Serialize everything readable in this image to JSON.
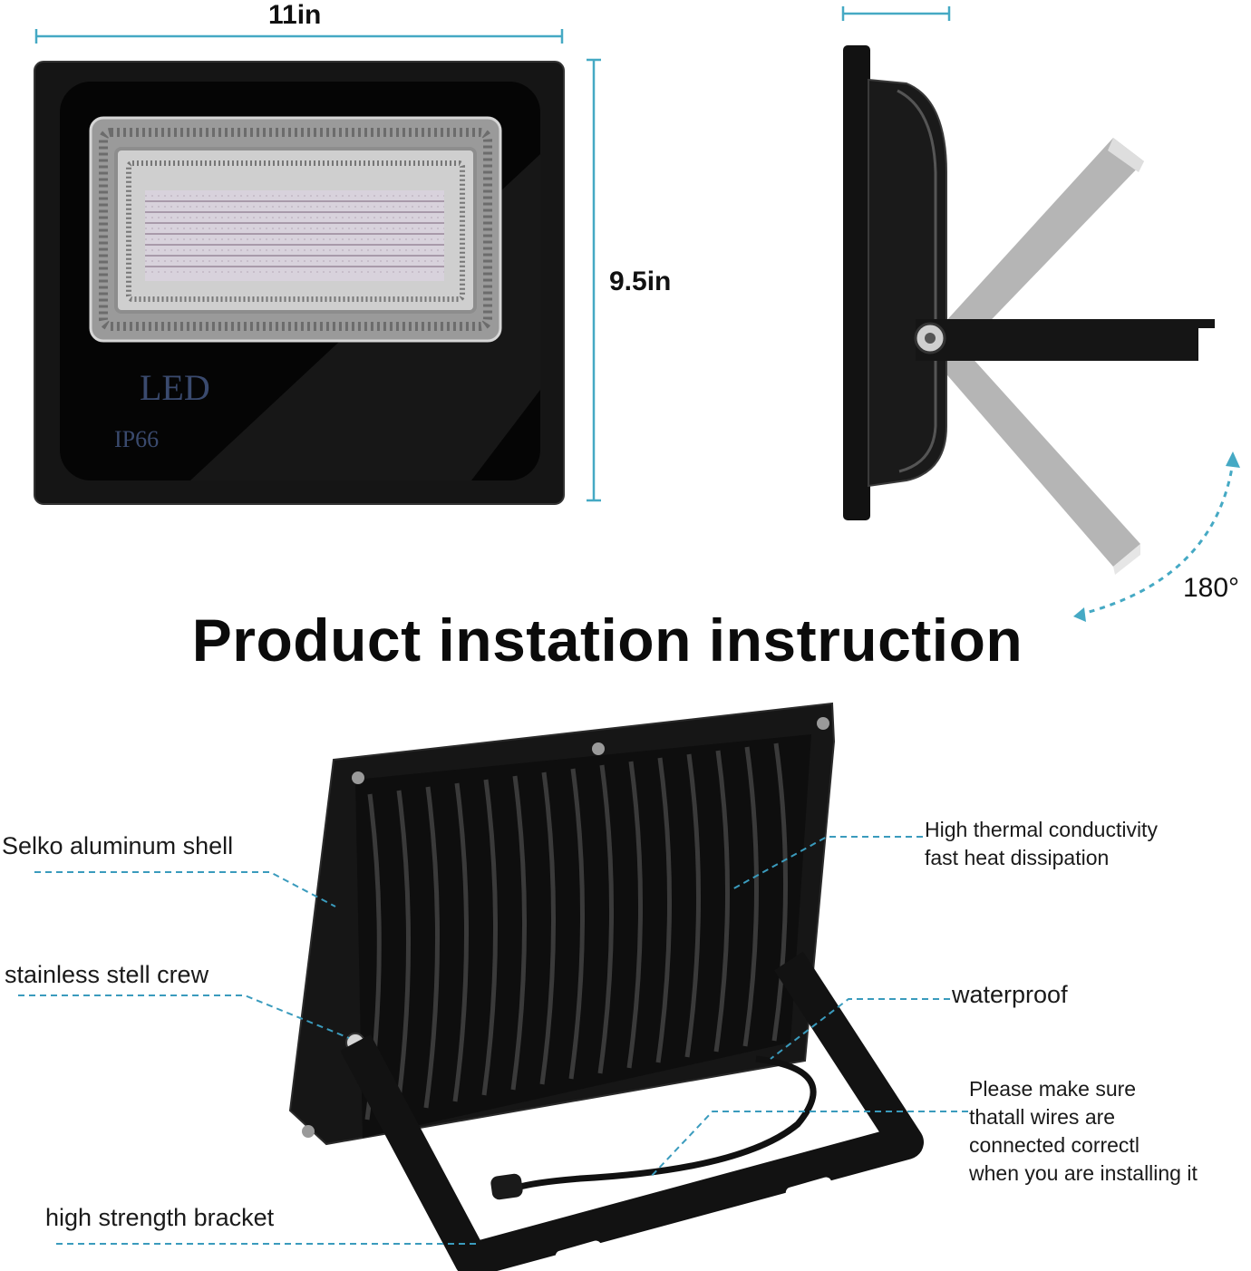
{
  "front_view": {
    "width_label": "11in",
    "height_label": "9.5in",
    "panel_text": "LED",
    "rating_text": "IP66"
  },
  "side_view": {
    "rotation_label": "180°"
  },
  "title": "Product instation instruction",
  "callouts": {
    "shell": "Selko aluminum shell",
    "screw": "stainless stell crew",
    "bracket": "high strength bracket",
    "thermal": [
      "High thermal conductivity",
      "fast heat dissipation"
    ],
    "waterproof": "waterproof",
    "wiring": [
      "Please make sure",
      "thatall wires are",
      "connected correctl",
      "when you are installing it"
    ]
  },
  "colors": {
    "dimension_line": "#45a9c4",
    "leader_line": "#3a9bbd",
    "housing": "#111111",
    "panel_glass": "#050505",
    "led_text": "#3a4a6e"
  }
}
